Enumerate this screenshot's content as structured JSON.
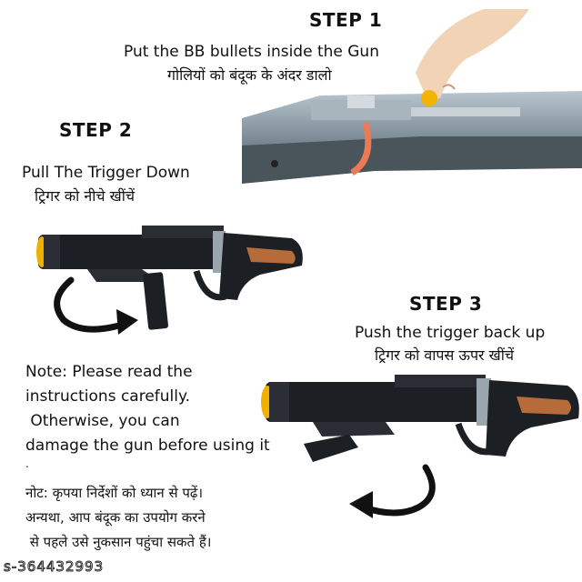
{
  "step1": {
    "title": "STEP 1",
    "line_en": "Put the BB bullets inside the Gun",
    "line_hi": "गोलियों को बंदूक के अंदर डालो"
  },
  "step2": {
    "title": "STEP 2",
    "line_en": "Pull The Trigger Down",
    "line_hi": "ट्रिगर को नीचे खींचें"
  },
  "step3": {
    "title": "STEP 3",
    "line_en": "Push the trigger back up",
    "line_hi": "ट्रिगर को वापस ऊपर खींचें"
  },
  "note_en": [
    "Note: Please read the",
    "instructions carefully.",
    " Otherwise, you can",
    "damage the gun before using it",
    "."
  ],
  "note_hi": [
    "नोट: कृपया निर्देशों को ध्यान से पढ़ें।",
    "अन्यथा, आप बंदूक का उपयोग करने",
    " से पहले उसे नुकसान पहुंचा सकते हैं।"
  ],
  "sku": "s-364432993",
  "colors": {
    "gun_body": "#1c1f24",
    "gun_metal": "#8c9aa6",
    "wood": "#b66b3a",
    "muzzle": "#f0b000",
    "ring": "#ee7a55"
  }
}
